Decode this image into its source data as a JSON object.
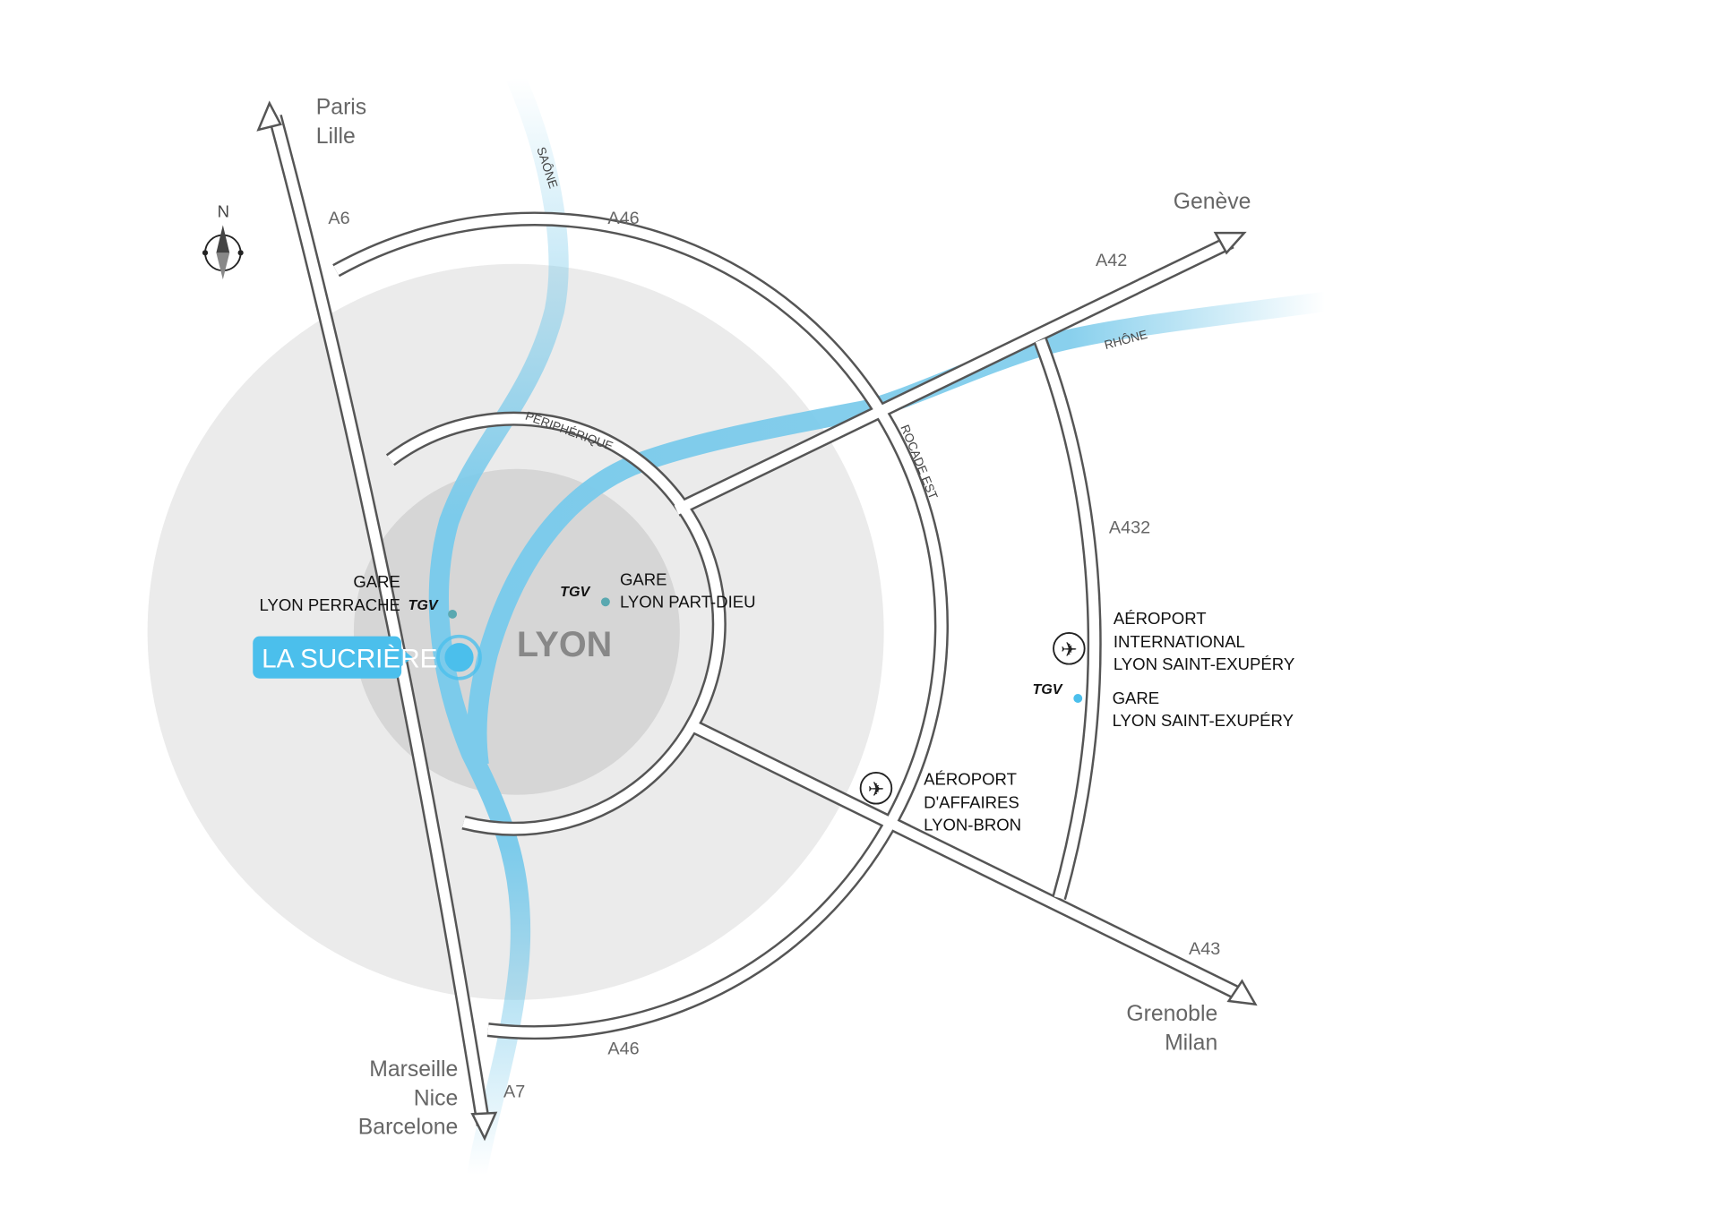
{
  "cities": {
    "north": [
      "Paris",
      "Lille"
    ],
    "northeast": "Genève",
    "southeast": [
      "Grenoble",
      "Milan"
    ],
    "south": [
      "Marseille",
      "Nice",
      "Barcelone"
    ]
  },
  "roads": {
    "a6": "A6",
    "a46_top": "A46",
    "a46_bottom": "A46",
    "a42": "A42",
    "a432": "A432",
    "a43": "A43",
    "a7": "A7",
    "peripherique": "PÉRIPHÉRIQUE",
    "rocade": "ROCADE EST"
  },
  "rivers": {
    "saone": "SAÔNE",
    "rhone": "RHÔNE"
  },
  "compass": {
    "north": "N"
  },
  "center": {
    "label": "LYON"
  },
  "highlight": {
    "label": "LA SUCRIÈRE",
    "color": "#4bbfec"
  },
  "tgv_logo": "TGV",
  "stations": {
    "perrache": [
      "GARE",
      "LYON PERRACHE"
    ],
    "part_dieu": [
      "GARE",
      "LYON PART-DIEU"
    ],
    "st_exupery_station": [
      "GARE",
      "LYON SAINT-EXUPÉRY"
    ]
  },
  "airports": {
    "st_exupery": [
      "AÉROPORT",
      "INTERNATIONAL",
      "LYON SAINT-EXUPÉRY"
    ],
    "bron": [
      "AÉROPORT",
      "D'AFFAIRES",
      "LYON-BRON"
    ]
  },
  "colors": {
    "river": "#7ccbeb",
    "road": "#555555",
    "outer_area": "#ebebeb",
    "inner_area": "#d6d6d6",
    "station_dot": "#5aa8b0"
  }
}
